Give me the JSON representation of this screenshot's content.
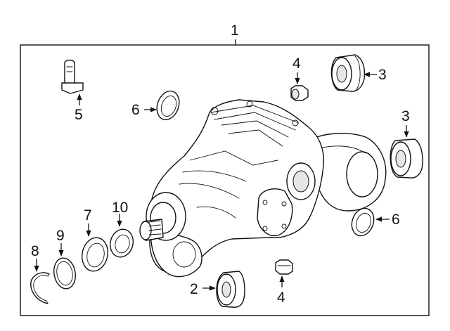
{
  "callouts": {
    "assembly": "1",
    "mount_bottom": "2",
    "mount_top_right": "3",
    "mount_right": "3",
    "plug_top": "4",
    "plug_bottom": "4",
    "sensor": "5",
    "seal_left": "6",
    "seal_right": "6",
    "seal_pinion": "7",
    "snap_ring": "8",
    "spacer_ring": "9",
    "flange_seal": "10"
  },
  "colors": {
    "line": "#111111",
    "background": "#ffffff",
    "shade": "#e6e6e6"
  }
}
